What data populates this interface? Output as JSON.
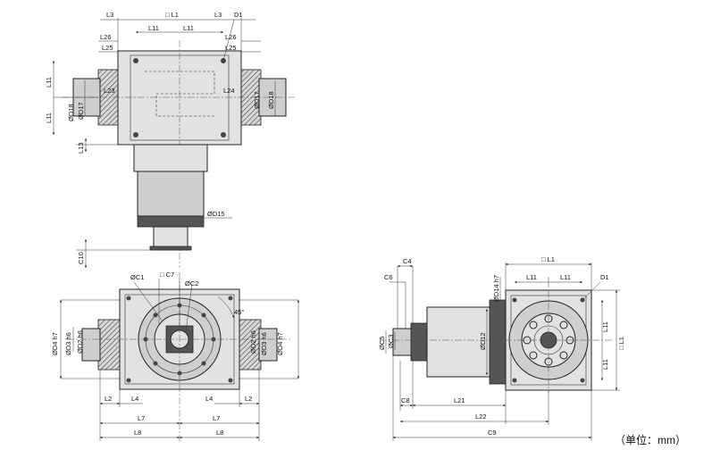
{
  "labels": {
    "top": {
      "L3_left": "L3",
      "L1": "□ L1",
      "L3_right": "L3",
      "D1": "D1",
      "L11_a": "L11",
      "L11_b": "L11",
      "L26_left": "L26",
      "L26_right": "L26",
      "L25_left": "L25",
      "L25_right": "L25",
      "L23": "L23",
      "L24": "L24",
      "L11_side_a": "L11",
      "L11_side_b": "L11",
      "D18_left": "ØD18",
      "D17_left": "ØD17",
      "D17_right": "ØD17",
      "D18_right": "ØD18",
      "L13": "L13",
      "D15": "ØD15",
      "C10": "C10"
    },
    "front": {
      "C1": "ØC1",
      "C7": "□ C7",
      "C2": "ØC2",
      "angle": "45°",
      "D4_left": "ØD4 h7",
      "D3": "ØD3 h6",
      "D2": "ØD2 h6",
      "D2_right": "ØD2 h6",
      "D3_right": "ØD3 h6",
      "D4_right": "ØD4 h7",
      "L2_left": "L2",
      "L4_left": "L4",
      "L4_right": "L4",
      "L2_right": "L2",
      "L7_left": "L7",
      "L7_right": "L7",
      "L8_left": "L8",
      "L8_right": "L8"
    },
    "side": {
      "C4": "C4",
      "C6": "C6",
      "L1": "□ L1",
      "D14": "ØD14 h7",
      "D1": "D1",
      "L11_a": "L11",
      "L11_b": "L11",
      "D12": "ØD12",
      "C5": "ØC5",
      "C3": "ØC3",
      "L11_v_a": "L11",
      "L11_v_b": "L11",
      "L1_v": "□ L1",
      "C8": "C8",
      "L21": "L21",
      "L22": "L22",
      "C9": "C9"
    },
    "unit_note": "（单位：mm）"
  }
}
